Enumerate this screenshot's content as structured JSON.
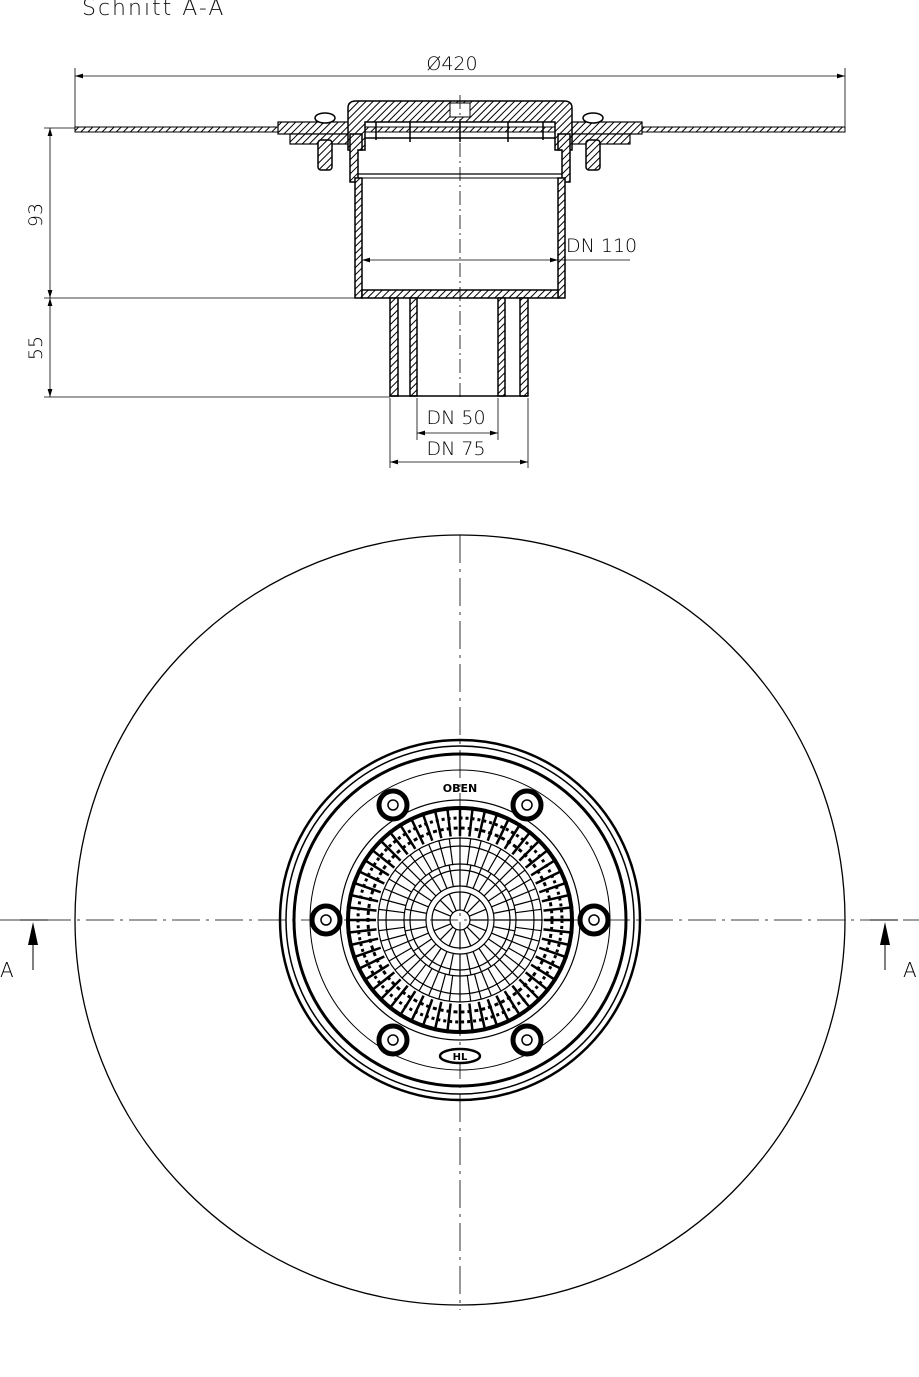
{
  "section_title": "Schnitt A-A",
  "dimensions": {
    "diameter": "Ø420",
    "height_body": "93",
    "height_outlet": "55",
    "dn_body": "DN 110",
    "dn_inner": "DN 50",
    "dn_outer": "DN 75"
  },
  "plan_labels": {
    "top_marking": "OBEN",
    "logo": "HL",
    "section_mark_left": "A",
    "section_mark_right": "A"
  },
  "colors": {
    "line": "#000000",
    "background": "#ffffff"
  }
}
